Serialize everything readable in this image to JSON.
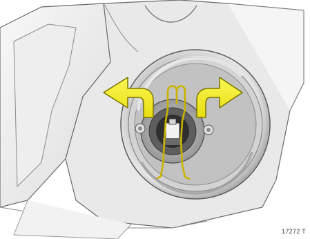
{
  "illustration": {
    "subject": "headlamp-bulb-retaining-clip",
    "arrows": [
      "left-arrow",
      "right-arrow"
    ],
    "colors": {
      "arrow_fill": "#f5ee1d",
      "arrow_stroke": "#7a7400",
      "clip": "#c8b400",
      "housing_light": "#f4f4f4",
      "housing_mid": "#d7d7d7",
      "housing_dark": "#8c8c8c",
      "outline": "#5a5a5a"
    }
  },
  "figure_ref": "17272 T"
}
